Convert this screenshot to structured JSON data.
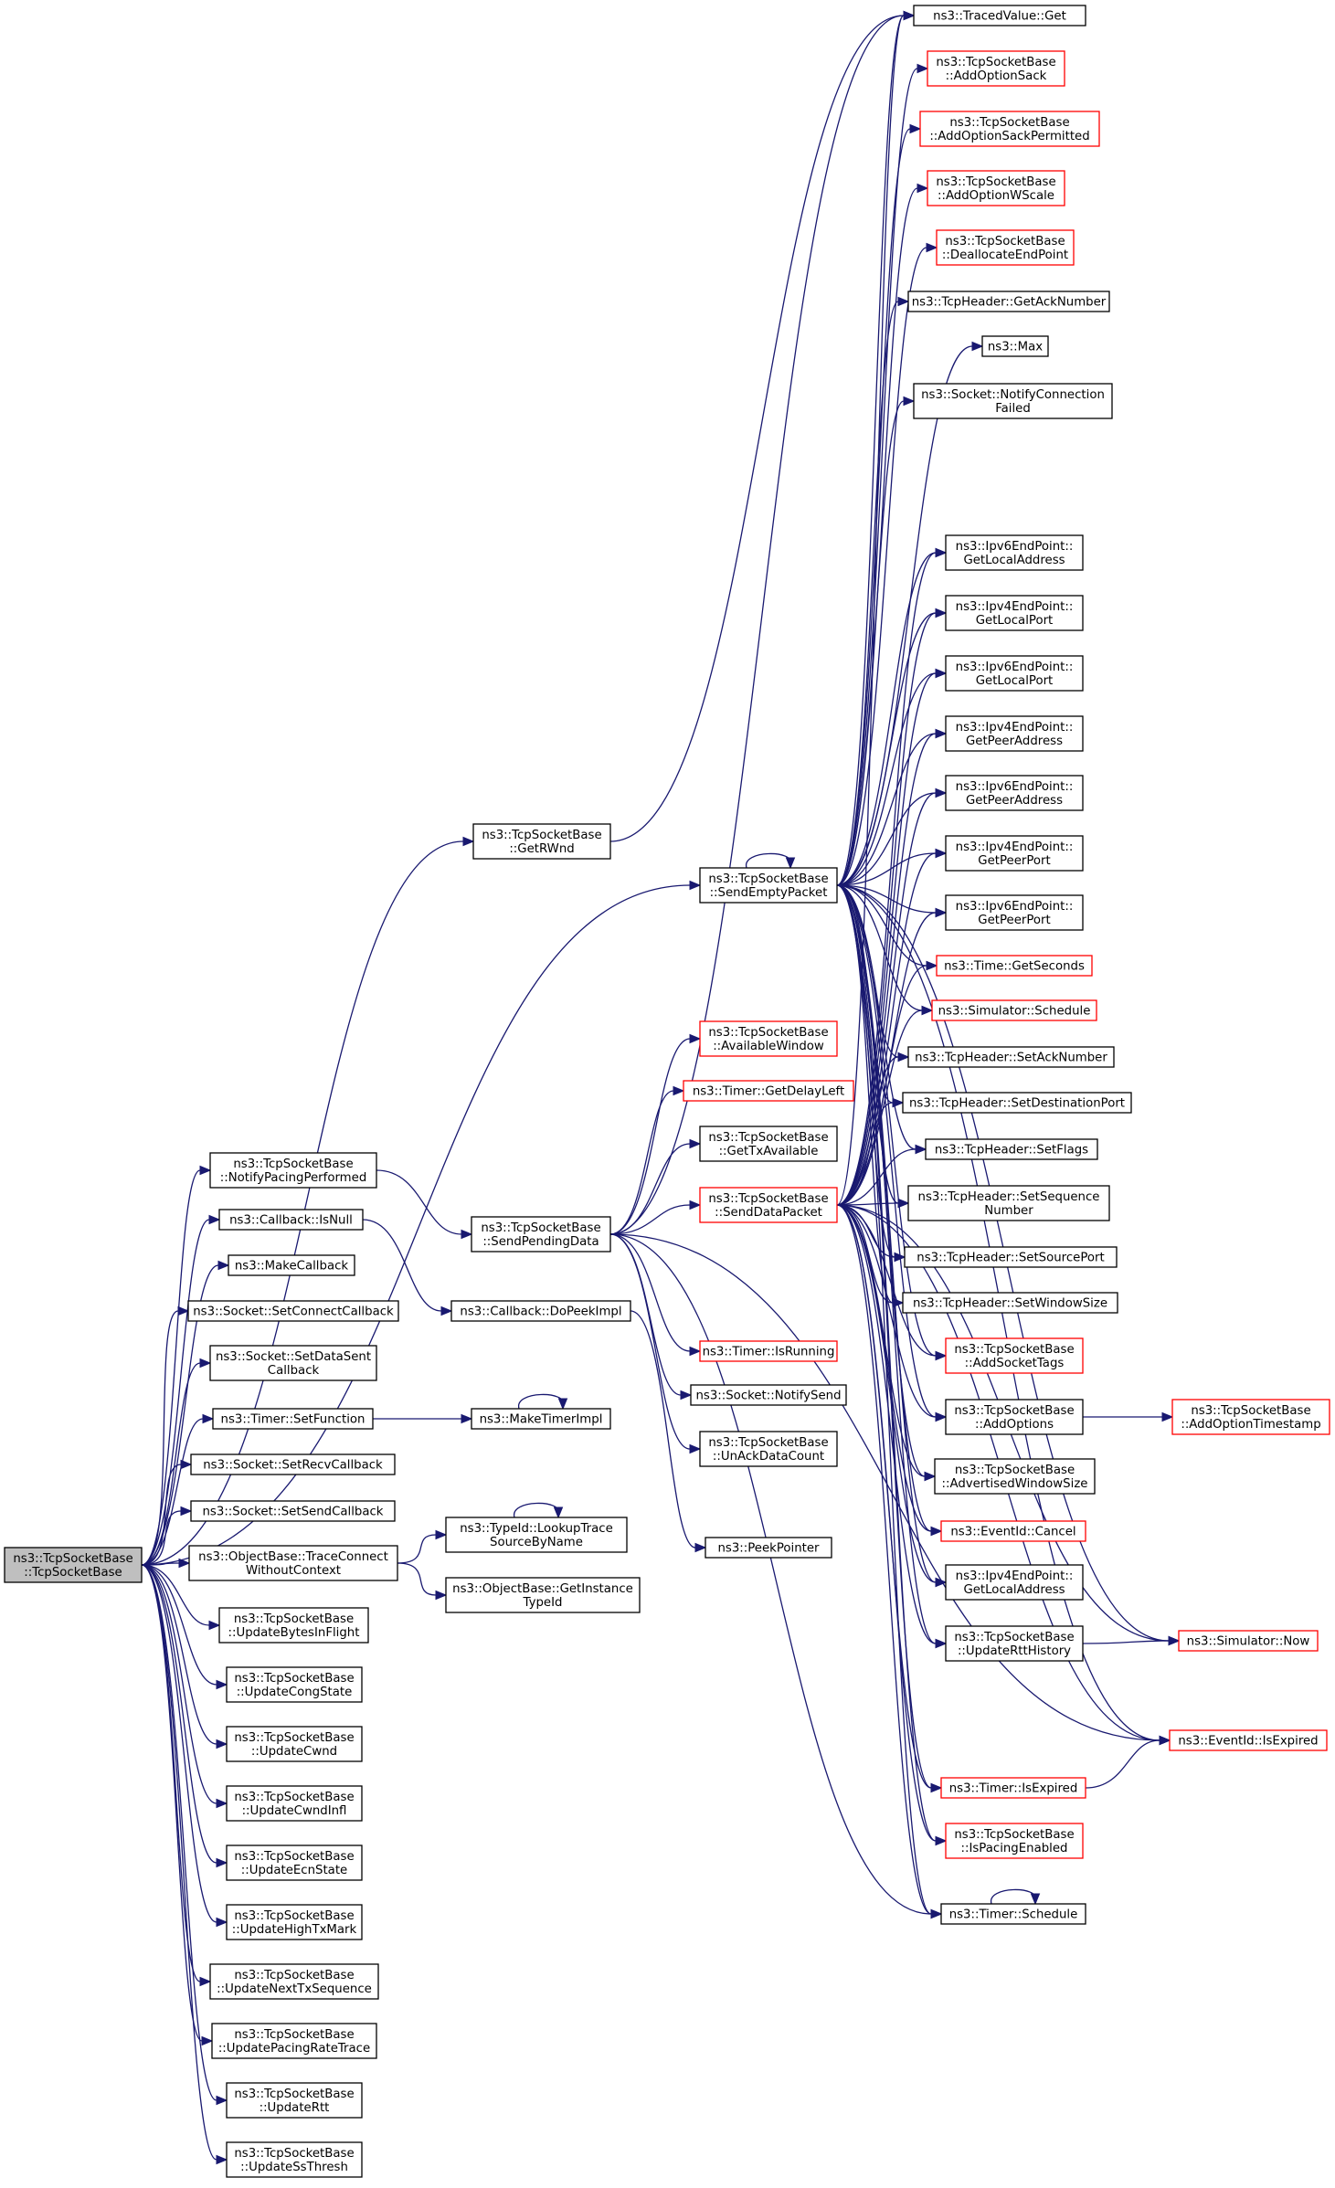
{
  "graph": {
    "edge_color": "#191970",
    "incomplete_node_border_color": "#ff0000",
    "root_fill_color": "#bfbfbf",
    "nodes": [
      {
        "id": "root",
        "lines": [
          "ns3::TcpSocketBase",
          "::TcpSocketBase"
        ],
        "root": true
      },
      {
        "id": "getrwnd",
        "lines": [
          "ns3::TcpSocketBase",
          "::GetRWnd"
        ]
      },
      {
        "id": "sendempty",
        "lines": [
          "ns3::TcpSocketBase",
          "::SendEmptyPacket"
        ]
      },
      {
        "id": "notifypacing",
        "lines": [
          "ns3::TcpSocketBase",
          "::NotifyPacingPerformed"
        ]
      },
      {
        "id": "cbisnull",
        "lines": [
          "ns3::Callback::IsNull"
        ]
      },
      {
        "id": "makecallback",
        "lines": [
          "ns3::MakeCallback"
        ]
      },
      {
        "id": "setconnectcb",
        "lines": [
          "ns3::Socket::SetConnectCallback"
        ]
      },
      {
        "id": "setdatasent",
        "lines": [
          "ns3::Socket::SetDataSent",
          "Callback"
        ]
      },
      {
        "id": "setfunction",
        "lines": [
          "ns3::Timer::SetFunction"
        ]
      },
      {
        "id": "setrecvcb",
        "lines": [
          "ns3::Socket::SetRecvCallback"
        ]
      },
      {
        "id": "setsendcb",
        "lines": [
          "ns3::Socket::SetSendCallback"
        ]
      },
      {
        "id": "traceconnect",
        "lines": [
          "ns3::ObjectBase::TraceConnect",
          "WithoutContext"
        ]
      },
      {
        "id": "updbytes",
        "lines": [
          "ns3::TcpSocketBase",
          "::UpdateBytesInFlight"
        ]
      },
      {
        "id": "updcong",
        "lines": [
          "ns3::TcpSocketBase",
          "::UpdateCongState"
        ]
      },
      {
        "id": "updcwnd",
        "lines": [
          "ns3::TcpSocketBase",
          "::UpdateCwnd"
        ]
      },
      {
        "id": "updcwndinfl",
        "lines": [
          "ns3::TcpSocketBase",
          "::UpdateCwndInfl"
        ]
      },
      {
        "id": "updecn",
        "lines": [
          "ns3::TcpSocketBase",
          "::UpdateEcnState"
        ]
      },
      {
        "id": "updhightx",
        "lines": [
          "ns3::TcpSocketBase",
          "::UpdateHighTxMark"
        ]
      },
      {
        "id": "updnexttx",
        "lines": [
          "ns3::TcpSocketBase",
          "::UpdateNextTxSequence"
        ]
      },
      {
        "id": "updpacing",
        "lines": [
          "ns3::TcpSocketBase",
          "::UpdatePacingRateTrace"
        ]
      },
      {
        "id": "updrtt",
        "lines": [
          "ns3::TcpSocketBase",
          "::UpdateRtt"
        ]
      },
      {
        "id": "updssthresh",
        "lines": [
          "ns3::TcpSocketBase",
          "::UpdateSsThresh"
        ]
      },
      {
        "id": "sendpending",
        "lines": [
          "ns3::TcpSocketBase",
          "::SendPendingData"
        ]
      },
      {
        "id": "dopeekimpl",
        "lines": [
          "ns3::Callback::DoPeekImpl"
        ]
      },
      {
        "id": "maketimerimpl",
        "lines": [
          "ns3::MakeTimerImpl"
        ]
      },
      {
        "id": "lookuptrace",
        "lines": [
          "ns3::TypeId::LookupTrace",
          "SourceByName"
        ]
      },
      {
        "id": "getinstance",
        "lines": [
          "ns3::ObjectBase::GetInstance",
          "TypeId"
        ]
      },
      {
        "id": "availwin",
        "lines": [
          "ns3::TcpSocketBase",
          "::AvailableWindow"
        ],
        "red": true
      },
      {
        "id": "getdelayleft",
        "lines": [
          "ns3::Timer::GetDelayLeft"
        ],
        "red": true
      },
      {
        "id": "gettxavail",
        "lines": [
          "ns3::TcpSocketBase",
          "::GetTxAvailable"
        ]
      },
      {
        "id": "senddata",
        "lines": [
          "ns3::TcpSocketBase",
          "::SendDataPacket"
        ],
        "red": true
      },
      {
        "id": "isrunning",
        "lines": [
          "ns3::Timer::IsRunning"
        ],
        "red": true
      },
      {
        "id": "notifysend",
        "lines": [
          "ns3::Socket::NotifySend"
        ]
      },
      {
        "id": "unackdata",
        "lines": [
          "ns3::TcpSocketBase",
          "::UnAckDataCount"
        ]
      },
      {
        "id": "peekpointer",
        "lines": [
          "ns3::PeekPointer"
        ]
      },
      {
        "id": "tracedget",
        "lines": [
          "ns3::TracedValue::Get"
        ]
      },
      {
        "id": "addsack",
        "lines": [
          "ns3::TcpSocketBase",
          "::AddOptionSack"
        ],
        "red": true
      },
      {
        "id": "addsackperm",
        "lines": [
          "ns3::TcpSocketBase",
          "::AddOptionSackPermitted"
        ],
        "red": true
      },
      {
        "id": "addwscale",
        "lines": [
          "ns3::TcpSocketBase",
          "::AddOptionWScale"
        ],
        "red": true
      },
      {
        "id": "dealloc",
        "lines": [
          "ns3::TcpSocketBase",
          "::DeallocateEndPoint"
        ],
        "red": true
      },
      {
        "id": "getacknum",
        "lines": [
          "ns3::TcpHeader::GetAckNumber"
        ]
      },
      {
        "id": "max",
        "lines": [
          "ns3::Max"
        ]
      },
      {
        "id": "notifyconnfail",
        "lines": [
          "ns3::Socket::NotifyConnection",
          "Failed"
        ]
      },
      {
        "id": "v6localaddr",
        "lines": [
          "ns3::Ipv6EndPoint::",
          "GetLocalAddress"
        ]
      },
      {
        "id": "v4localport",
        "lines": [
          "ns3::Ipv4EndPoint::",
          "GetLocalPort"
        ]
      },
      {
        "id": "v6localport",
        "lines": [
          "ns3::Ipv6EndPoint::",
          "GetLocalPort"
        ]
      },
      {
        "id": "v4peeraddr",
        "lines": [
          "ns3::Ipv4EndPoint::",
          "GetPeerAddress"
        ]
      },
      {
        "id": "v6peeraddr",
        "lines": [
          "ns3::Ipv6EndPoint::",
          "GetPeerAddress"
        ]
      },
      {
        "id": "v4peerport",
        "lines": [
          "ns3::Ipv4EndPoint::",
          "GetPeerPort"
        ]
      },
      {
        "id": "v6peerport",
        "lines": [
          "ns3::Ipv6EndPoint::",
          "GetPeerPort"
        ]
      },
      {
        "id": "getseconds",
        "lines": [
          "ns3::Time::GetSeconds"
        ],
        "red": true
      },
      {
        "id": "simschedule",
        "lines": [
          "ns3::Simulator::Schedule"
        ],
        "red": true
      },
      {
        "id": "setacknum",
        "lines": [
          "ns3::TcpHeader::SetAckNumber"
        ]
      },
      {
        "id": "setdstport",
        "lines": [
          "ns3::TcpHeader::SetDestinationPort"
        ]
      },
      {
        "id": "setflags",
        "lines": [
          "ns3::TcpHeader::SetFlags"
        ]
      },
      {
        "id": "setseqnum",
        "lines": [
          "ns3::TcpHeader::SetSequence",
          "Number"
        ]
      },
      {
        "id": "setsrcport",
        "lines": [
          "ns3::TcpHeader::SetSourcePort"
        ]
      },
      {
        "id": "setwinsize",
        "lines": [
          "ns3::TcpHeader::SetWindowSize"
        ]
      },
      {
        "id": "addsockettags",
        "lines": [
          "ns3::TcpSocketBase",
          "::AddSocketTags"
        ],
        "red": true
      },
      {
        "id": "addoptions",
        "lines": [
          "ns3::TcpSocketBase",
          "::AddOptions"
        ]
      },
      {
        "id": "advwinsize",
        "lines": [
          "ns3::TcpSocketBase",
          "::AdvertisedWindowSize"
        ]
      },
      {
        "id": "eventcancel",
        "lines": [
          "ns3::EventId::Cancel"
        ],
        "red": true
      },
      {
        "id": "v4localaddr",
        "lines": [
          "ns3::Ipv4EndPoint::",
          "GetLocalAddress"
        ]
      },
      {
        "id": "updrtthist",
        "lines": [
          "ns3::TcpSocketBase",
          "::UpdateRttHistory"
        ]
      },
      {
        "id": "timerisexpired",
        "lines": [
          "ns3::Timer::IsExpired"
        ],
        "red": true
      },
      {
        "id": "ispacing",
        "lines": [
          "ns3::TcpSocketBase",
          "::IsPacingEnabled"
        ],
        "red": true
      },
      {
        "id": "timerschedule",
        "lines": [
          "ns3::Timer::Schedule"
        ]
      },
      {
        "id": "addopttimestamp",
        "lines": [
          "ns3::TcpSocketBase",
          "::AddOptionTimestamp"
        ],
        "red": true
      },
      {
        "id": "simnow",
        "lines": [
          "ns3::Simulator::Now"
        ],
        "red": true
      },
      {
        "id": "eventisexpired",
        "lines": [
          "ns3::EventId::IsExpired"
        ],
        "red": true
      }
    ],
    "edges": [
      [
        "root",
        "getrwnd"
      ],
      [
        "root",
        "sendempty"
      ],
      [
        "root",
        "notifypacing"
      ],
      [
        "root",
        "cbisnull"
      ],
      [
        "root",
        "makecallback"
      ],
      [
        "root",
        "setconnectcb"
      ],
      [
        "root",
        "setdatasent"
      ],
      [
        "root",
        "setfunction"
      ],
      [
        "root",
        "setrecvcb"
      ],
      [
        "root",
        "setsendcb"
      ],
      [
        "root",
        "traceconnect"
      ],
      [
        "root",
        "updbytes"
      ],
      [
        "root",
        "updcong"
      ],
      [
        "root",
        "updcwnd"
      ],
      [
        "root",
        "updcwndinfl"
      ],
      [
        "root",
        "updecn"
      ],
      [
        "root",
        "updhightx"
      ],
      [
        "root",
        "updnexttx"
      ],
      [
        "root",
        "updpacing"
      ],
      [
        "root",
        "updrtt"
      ],
      [
        "root",
        "updssthresh"
      ],
      [
        "getrwnd",
        "tracedget"
      ],
      [
        "sendempty",
        "sendempty"
      ],
      [
        "sendempty",
        "tracedget"
      ],
      [
        "sendempty",
        "addsack"
      ],
      [
        "sendempty",
        "addsackperm"
      ],
      [
        "sendempty",
        "addwscale"
      ],
      [
        "sendempty",
        "dealloc"
      ],
      [
        "sendempty",
        "getacknum"
      ],
      [
        "sendempty",
        "max"
      ],
      [
        "sendempty",
        "notifyconnfail"
      ],
      [
        "sendempty",
        "v6localaddr"
      ],
      [
        "sendempty",
        "v4localport"
      ],
      [
        "sendempty",
        "v6localport"
      ],
      [
        "sendempty",
        "v4peeraddr"
      ],
      [
        "sendempty",
        "v6peeraddr"
      ],
      [
        "sendempty",
        "v4peerport"
      ],
      [
        "sendempty",
        "v6peerport"
      ],
      [
        "sendempty",
        "getseconds"
      ],
      [
        "sendempty",
        "simschedule"
      ],
      [
        "sendempty",
        "setacknum"
      ],
      [
        "sendempty",
        "setdstport"
      ],
      [
        "sendempty",
        "setflags"
      ],
      [
        "sendempty",
        "setseqnum"
      ],
      [
        "sendempty",
        "setsrcport"
      ],
      [
        "sendempty",
        "setwinsize"
      ],
      [
        "sendempty",
        "addsockettags"
      ],
      [
        "sendempty",
        "addoptions"
      ],
      [
        "sendempty",
        "advwinsize"
      ],
      [
        "sendempty",
        "eventcancel"
      ],
      [
        "sendempty",
        "v4localaddr"
      ],
      [
        "sendempty",
        "updrtthist"
      ],
      [
        "sendempty",
        "timerisexpired"
      ],
      [
        "sendempty",
        "ispacing"
      ],
      [
        "sendempty",
        "timerschedule"
      ],
      [
        "sendempty",
        "simnow"
      ],
      [
        "sendempty",
        "eventisexpired"
      ],
      [
        "notifypacing",
        "sendpending"
      ],
      [
        "cbisnull",
        "dopeekimpl"
      ],
      [
        "setfunction",
        "maketimerimpl"
      ],
      [
        "maketimerimpl",
        "maketimerimpl"
      ],
      [
        "traceconnect",
        "lookuptrace"
      ],
      [
        "traceconnect",
        "getinstance"
      ],
      [
        "lookuptrace",
        "lookuptrace"
      ],
      [
        "sendpending",
        "tracedget"
      ],
      [
        "sendpending",
        "availwin"
      ],
      [
        "sendpending",
        "getdelayleft"
      ],
      [
        "sendpending",
        "gettxavail"
      ],
      [
        "sendpending",
        "senddata"
      ],
      [
        "sendpending",
        "isrunning"
      ],
      [
        "sendpending",
        "notifysend"
      ],
      [
        "sendpending",
        "unackdata"
      ],
      [
        "sendpending",
        "timerschedule"
      ],
      [
        "sendpending",
        "eventisexpired"
      ],
      [
        "dopeekimpl",
        "peekpointer"
      ],
      [
        "senddata",
        "tracedget"
      ],
      [
        "senddata",
        "v6localaddr"
      ],
      [
        "senddata",
        "v4localport"
      ],
      [
        "senddata",
        "v6localport"
      ],
      [
        "senddata",
        "v4peeraddr"
      ],
      [
        "senddata",
        "v6peeraddr"
      ],
      [
        "senddata",
        "v4peerport"
      ],
      [
        "senddata",
        "v6peerport"
      ],
      [
        "senddata",
        "getseconds"
      ],
      [
        "senddata",
        "simschedule"
      ],
      [
        "senddata",
        "setacknum"
      ],
      [
        "senddata",
        "setdstport"
      ],
      [
        "senddata",
        "setflags"
      ],
      [
        "senddata",
        "setseqnum"
      ],
      [
        "senddata",
        "setsrcport"
      ],
      [
        "senddata",
        "setwinsize"
      ],
      [
        "senddata",
        "addsockettags"
      ],
      [
        "senddata",
        "addoptions"
      ],
      [
        "senddata",
        "advwinsize"
      ],
      [
        "senddata",
        "eventcancel"
      ],
      [
        "senddata",
        "v4localaddr"
      ],
      [
        "senddata",
        "updrtthist"
      ],
      [
        "senddata",
        "timerisexpired"
      ],
      [
        "senddata",
        "ispacing"
      ],
      [
        "senddata",
        "timerschedule"
      ],
      [
        "senddata",
        "simnow"
      ],
      [
        "senddata",
        "eventisexpired"
      ],
      [
        "addoptions",
        "addopttimestamp"
      ],
      [
        "updrtthist",
        "simnow"
      ],
      [
        "timerisexpired",
        "eventisexpired"
      ],
      [
        "timerschedule",
        "timerschedule"
      ]
    ]
  }
}
